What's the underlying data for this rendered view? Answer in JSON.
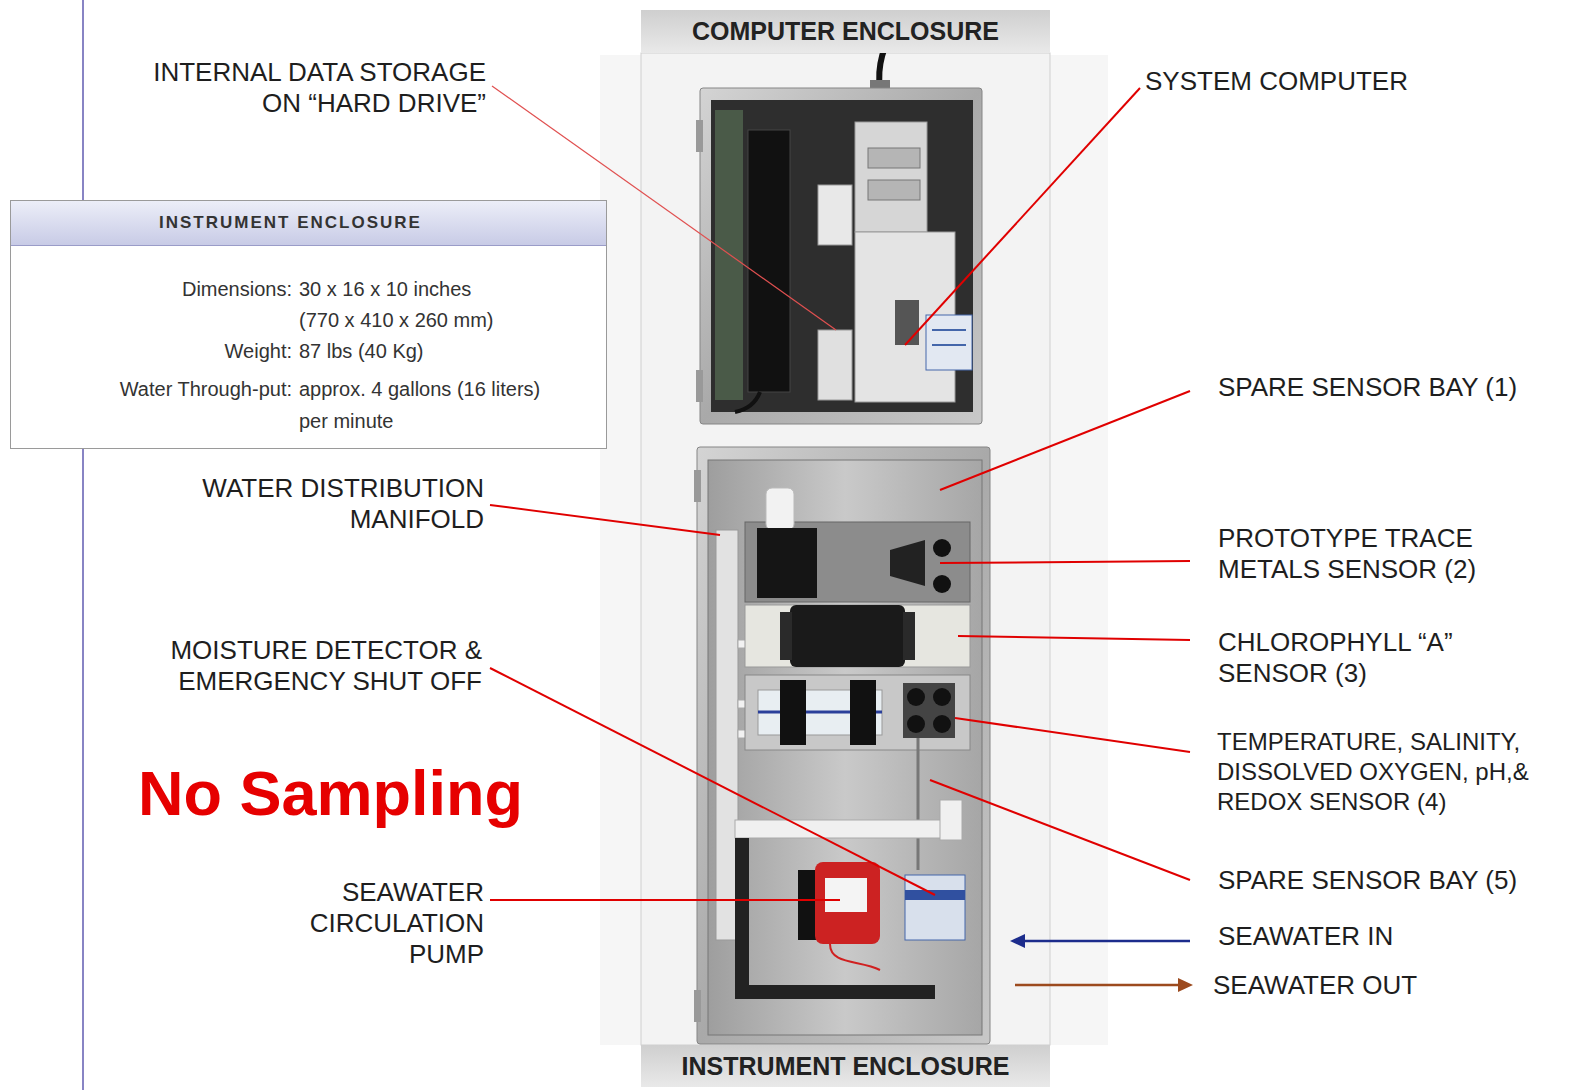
{
  "diagram": {
    "nodes": [
      {
        "text": [
          "COMPUTER ENCLOSURE"
        ]
      },
      {
        "text": [
          "INSTRUMENT ENCLOSURE",
          "Dimensions:",
          "30 x 16 x 10 inches",
          "(770 x 410 x 260 mm)",
          "Weight:",
          "87 lbs (40 Kg)",
          "Water Through-put:",
          "approx. 4 gallons (16 liters) per minute"
        ]
      },
      {
        "text": [
          "INSTRUMENT ENCLOSURE"
        ]
      }
    ],
    "labels": [
      "INTERNAL DATA STORAGE ON “HARD DRIVE”",
      "SYSTEM COMPUTER",
      "SPARE SENSOR BAY (1)",
      "WATER DISTRIBUTION MANIFOLD",
      "PROTOTYPE TRACE METALS SENSOR (2)",
      "CHLOROPHYLL “A” SENSOR (3)",
      "MOISTURE DETECTOR & EMERGENCY SHUT OFF",
      "TEMPERATURE, SALINITY, DISSOLVED OXYGEN, pH,& REDOX SENSOR (4)",
      "No Sampling",
      "SPARE SENSOR BAY (5)",
      "SEAWATER CIRCULATION PUMP",
      "SEAWATER IN",
      "SEAWATER OUT"
    ]
  }
}
